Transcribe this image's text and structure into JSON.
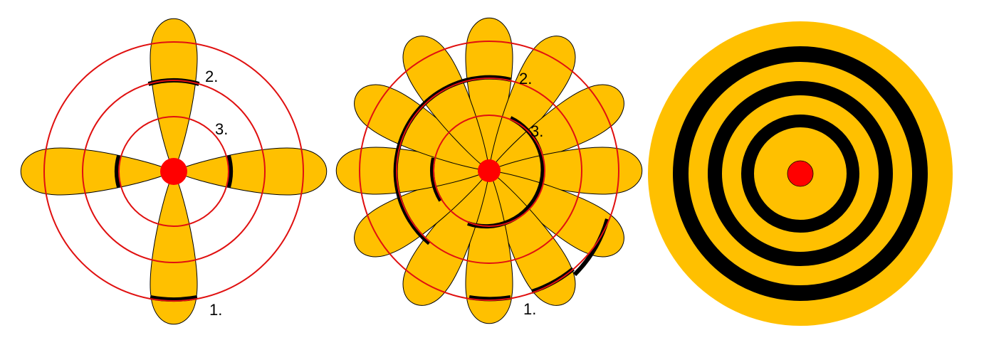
{
  "panels": [
    {
      "id": "four-lobe",
      "lobe_count": 4,
      "rings": [
        "1.",
        "2.",
        "3."
      ],
      "labels": [
        "2.",
        "3.",
        "1."
      ]
    },
    {
      "id": "twelve-lobe",
      "lobe_count": 12,
      "rings": [
        "1.",
        "2.",
        "3."
      ],
      "labels": [
        "2.",
        "3.",
        "1."
      ]
    },
    {
      "id": "concentric-target",
      "band_count": 3
    }
  ],
  "colors": {
    "lobe_fill": "#FFC000",
    "outline": "#000000",
    "ring": "#E01010",
    "center": "#FF0000",
    "band": "#000000"
  }
}
